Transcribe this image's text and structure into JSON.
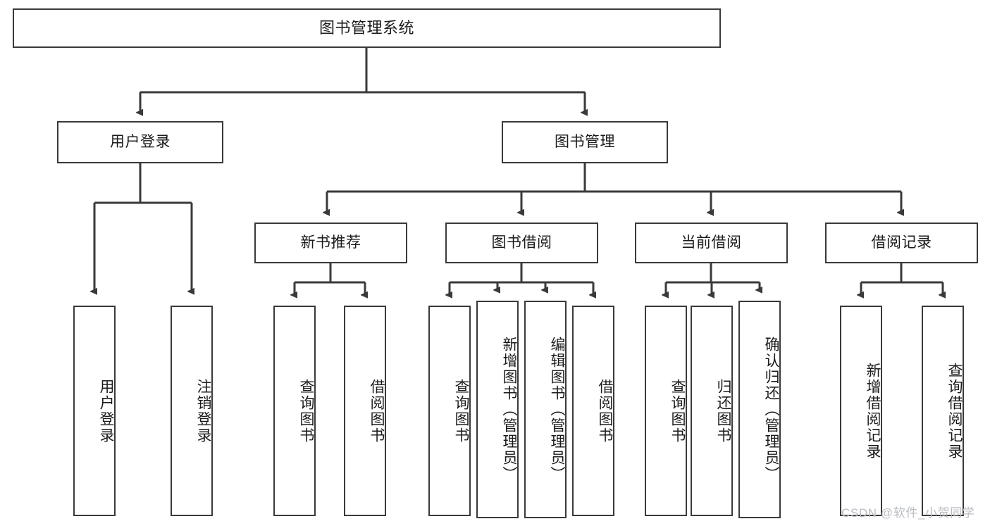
{
  "diagram": {
    "title": "图书管理系统",
    "type": "tree",
    "orientation": "top-down",
    "colors": {
      "node_border": "#3a3a3a",
      "node_fill": "#ffffff",
      "edge": "#3a3a3a",
      "text": "#1b1b1b",
      "watermark": "#b9bcc2",
      "background": "#ffffff"
    },
    "nodes": {
      "root": {
        "label": "图书管理系统"
      },
      "level1": [
        {
          "id": "user-login",
          "label": "用户登录"
        },
        {
          "id": "book-manage",
          "label": "图书管理"
        }
      ],
      "level2": [
        {
          "id": "new-book-recommend",
          "label": "新书推荐"
        },
        {
          "id": "book-borrow",
          "label": "图书借阅"
        },
        {
          "id": "current-borrow",
          "label": "当前借阅"
        },
        {
          "id": "borrow-record",
          "label": "借阅记录"
        }
      ],
      "leaves": {
        "user_login": [
          {
            "id": "leaf-user-login",
            "label": "用户登录"
          },
          {
            "id": "leaf-logout-login",
            "label": "注销登录"
          }
        ],
        "new_book_recommend": [
          {
            "id": "leaf-query-book-1",
            "label": "查询图书"
          },
          {
            "id": "leaf-borrow-book-1",
            "label": "借阅图书"
          }
        ],
        "book_borrow": [
          {
            "id": "leaf-query-book-2",
            "label": "查询图书"
          },
          {
            "id": "leaf-add-book-admin",
            "label": "新增图书（管理员）"
          },
          {
            "id": "leaf-edit-book-admin",
            "label": "编辑图书（管理员）"
          },
          {
            "id": "leaf-borrow-book-2",
            "label": "借阅图书"
          }
        ],
        "current_borrow": [
          {
            "id": "leaf-query-book-3",
            "label": "查询图书"
          },
          {
            "id": "leaf-return-book",
            "label": "归还图书"
          },
          {
            "id": "leaf-confirm-return-admin",
            "label": "确认归还（管理员）"
          }
        ],
        "borrow_record": [
          {
            "id": "leaf-add-borrow-record",
            "label": "新增借阅记录"
          },
          {
            "id": "leaf-query-borrow-record",
            "label": "查询借阅记录"
          }
        ]
      }
    },
    "watermark": "CSDN @软件_小贺同学"
  }
}
